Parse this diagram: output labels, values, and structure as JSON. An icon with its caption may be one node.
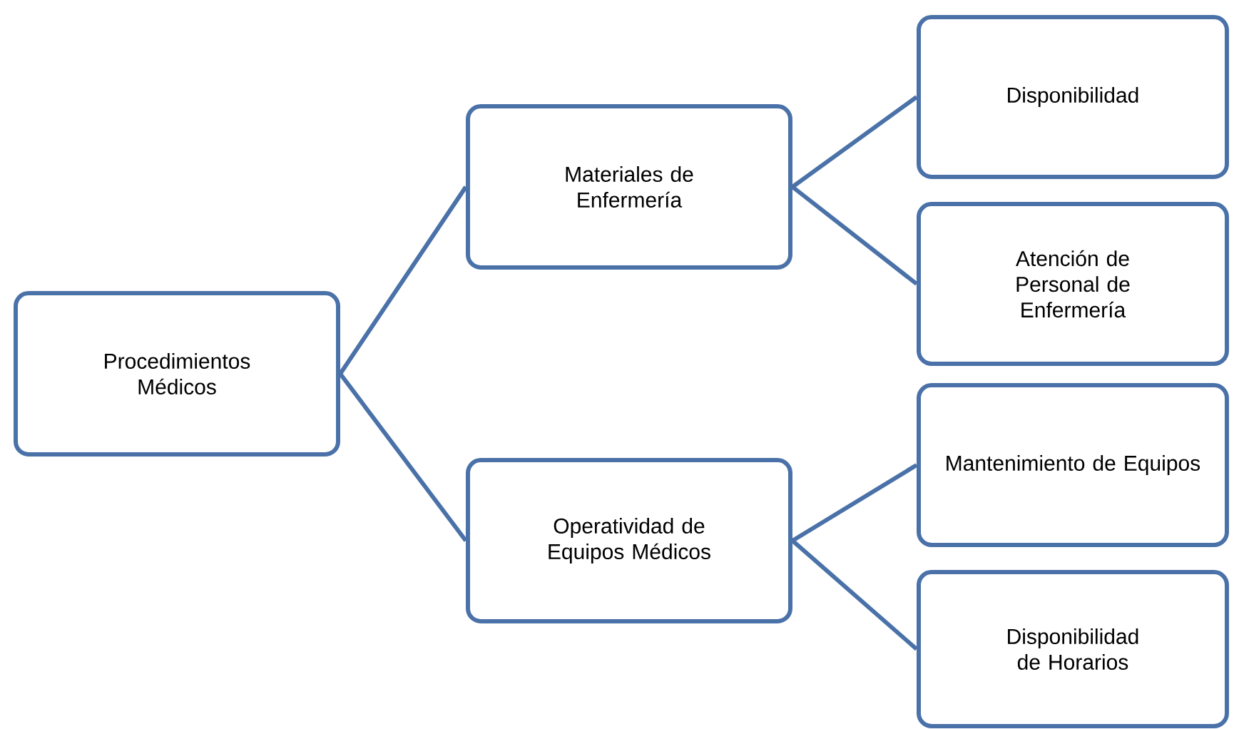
{
  "diagram": {
    "nodes": [
      {
        "text": [
          "Procedimientos Médicos"
        ]
      },
      {
        "text": [
          "Materiales de Enfermería"
        ]
      },
      {
        "text": [
          "Operatividad de Equipos Médicos"
        ]
      },
      {
        "text": [
          "Disponibilidad"
        ]
      },
      {
        "text": [
          "Atención de Personal de Enfermería"
        ]
      },
      {
        "text": [
          "Mantenimiento de Equipos"
        ]
      },
      {
        "text": [
          "Disponibilidad de Horarios"
        ]
      }
    ],
    "edges": [
      {
        "from": 0,
        "to": 1,
        "arrow": "none"
      },
      {
        "from": 0,
        "to": 2,
        "arrow": "none"
      },
      {
        "from": 1,
        "to": 3,
        "arrow": "none"
      },
      {
        "from": 1,
        "to": 4,
        "arrow": "none"
      },
      {
        "from": 2,
        "to": 5,
        "arrow": "none"
      },
      {
        "from": 2,
        "to": 6,
        "arrow": "none"
      }
    ]
  }
}
